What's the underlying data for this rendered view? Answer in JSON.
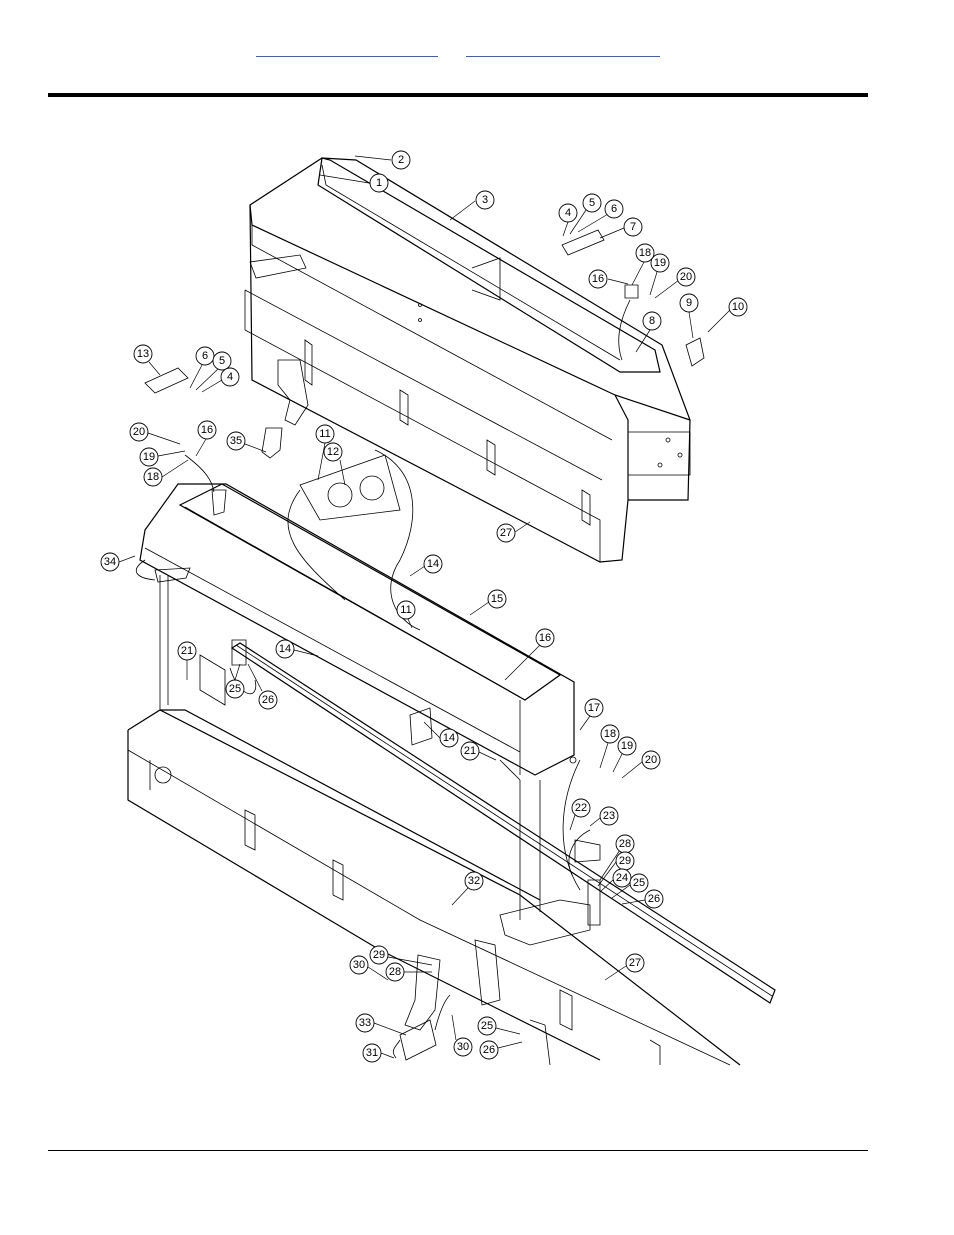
{
  "header": {
    "links": [
      {
        "text": ""
      },
      {
        "text": ""
      }
    ]
  },
  "diagram": {
    "callouts": [
      {
        "label": "1"
      },
      {
        "label": "2"
      },
      {
        "label": "3"
      },
      {
        "label": "4"
      },
      {
        "label": "5"
      },
      {
        "label": "6"
      },
      {
        "label": "7"
      },
      {
        "label": "18"
      },
      {
        "label": "16"
      },
      {
        "label": "19"
      },
      {
        "label": "20"
      },
      {
        "label": "9"
      },
      {
        "label": "10"
      },
      {
        "label": "8"
      },
      {
        "label": "13"
      },
      {
        "label": "6"
      },
      {
        "label": "5"
      },
      {
        "label": "4"
      },
      {
        "label": "20"
      },
      {
        "label": "16"
      },
      {
        "label": "19"
      },
      {
        "label": "18"
      },
      {
        "label": "35"
      },
      {
        "label": "11"
      },
      {
        "label": "12"
      },
      {
        "label": "27"
      },
      {
        "label": "34"
      },
      {
        "label": "14"
      },
      {
        "label": "15"
      },
      {
        "label": "11"
      },
      {
        "label": "14"
      },
      {
        "label": "16"
      },
      {
        "label": "21"
      },
      {
        "label": "25"
      },
      {
        "label": "26"
      },
      {
        "label": "17"
      },
      {
        "label": "14"
      },
      {
        "label": "18"
      },
      {
        "label": "19"
      },
      {
        "label": "21"
      },
      {
        "label": "20"
      },
      {
        "label": "22"
      },
      {
        "label": "23"
      },
      {
        "label": "28"
      },
      {
        "label": "29"
      },
      {
        "label": "24"
      },
      {
        "label": "25"
      },
      {
        "label": "26"
      },
      {
        "label": "32"
      },
      {
        "label": "29"
      },
      {
        "label": "28"
      },
      {
        "label": "30"
      },
      {
        "label": "27"
      },
      {
        "label": "33"
      },
      {
        "label": "30"
      },
      {
        "label": "25"
      },
      {
        "label": "26"
      },
      {
        "label": "31"
      }
    ]
  }
}
